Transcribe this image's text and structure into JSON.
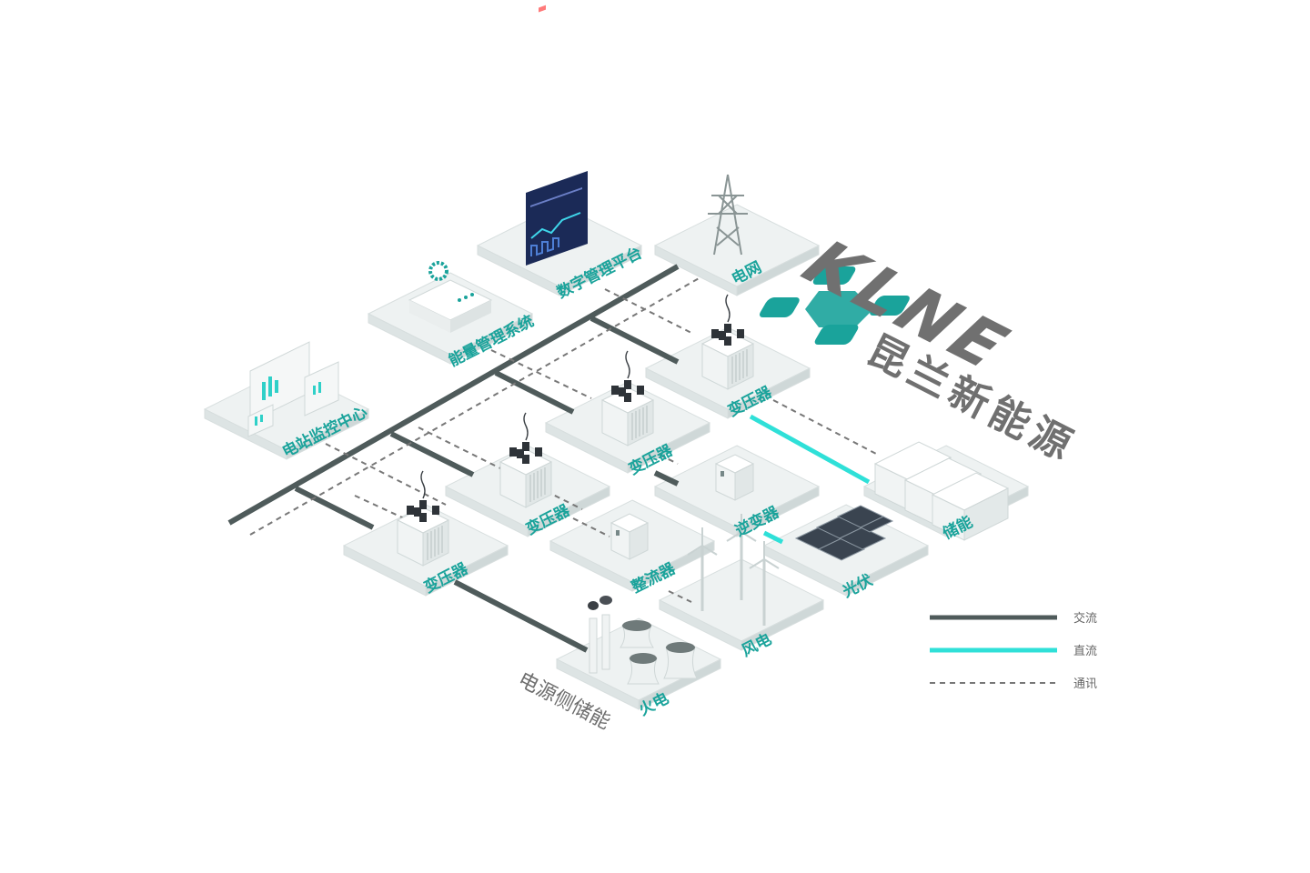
{
  "diagram": {
    "nodes": {
      "grid": "电网",
      "digital_platform": "数字管理平台",
      "ems": "能量管理系统",
      "monitor_center": "电站监控中心",
      "transformer_1": "变压器",
      "transformer_2": "变压器",
      "transformer_3": "变压器",
      "transformer_4": "变压器",
      "inverter": "逆变器",
      "rectifier": "整流器",
      "storage": "储能",
      "pv": "光伏",
      "wind": "风电",
      "thermal": "火电"
    },
    "caption": "电源侧储能"
  },
  "brand": {
    "name_en": "KLNE",
    "name_cn": "昆兰新能源",
    "color": "#1aa39b"
  },
  "legend": {
    "items": [
      {
        "label": "交流",
        "style": "solid",
        "color": "#4f5b5b"
      },
      {
        "label": "直流",
        "style": "solid",
        "color": "#2fe0d8"
      },
      {
        "label": "通讯",
        "style": "dashed",
        "color": "#777777"
      }
    ]
  },
  "colors": {
    "ac": "#4f5b5b",
    "dc": "#2fe0d8",
    "comm": "#777777",
    "tile_top": "#eef2f2",
    "tile_side": "#dde4e4",
    "accent": "#1aa39b"
  }
}
